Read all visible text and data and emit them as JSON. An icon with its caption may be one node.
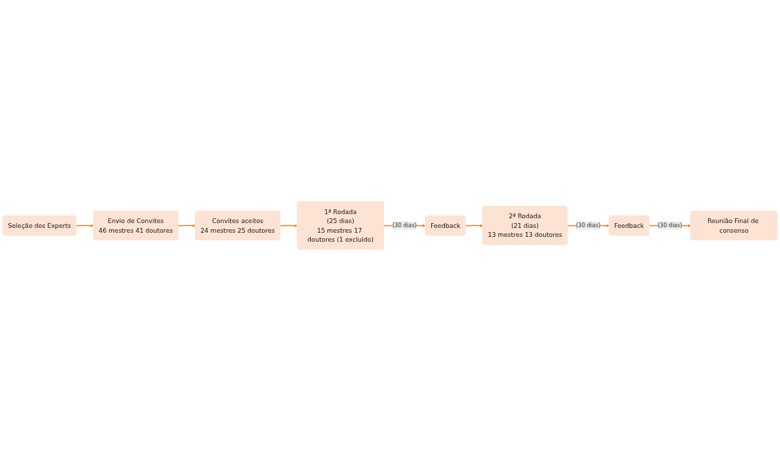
{
  "diagram": {
    "nodes": [
      {
        "text": [
          "Seleção dos Experts"
        ]
      },
      {
        "text": [
          "Envio de Convites",
          "46 mestres 41 doutores"
        ]
      },
      {
        "text": [
          "Convites aceitos",
          "24 mestres 25 doutores"
        ]
      },
      {
        "text": [
          "1ª Rodada",
          "(25 dias)",
          "15 mestres 17 doutores (1 excluído)"
        ]
      },
      {
        "text": [
          "Feedback"
        ]
      },
      {
        "text": [
          "2ª Rodada",
          "(21 dias)",
          "13 mestres 13 doutores"
        ]
      },
      {
        "text": [
          "Feedback"
        ]
      },
      {
        "text": [
          "Reunião Final de consenso"
        ]
      }
    ],
    "edges": [
      {
        "from": 0,
        "to": 1,
        "arrow": "to"
      },
      {
        "from": 1,
        "to": 2,
        "arrow": "to"
      },
      {
        "from": 2,
        "to": 3,
        "arrow": "to"
      },
      {
        "from": 3,
        "to": 4,
        "arrow": "to",
        "label": "(30 dias)"
      },
      {
        "from": 4,
        "to": 5,
        "arrow": "to"
      },
      {
        "from": 5,
        "to": 6,
        "arrow": "to",
        "label": "(30 dias)"
      },
      {
        "from": 6,
        "to": 7,
        "arrow": "to",
        "label": "(30 dias)"
      }
    ]
  }
}
